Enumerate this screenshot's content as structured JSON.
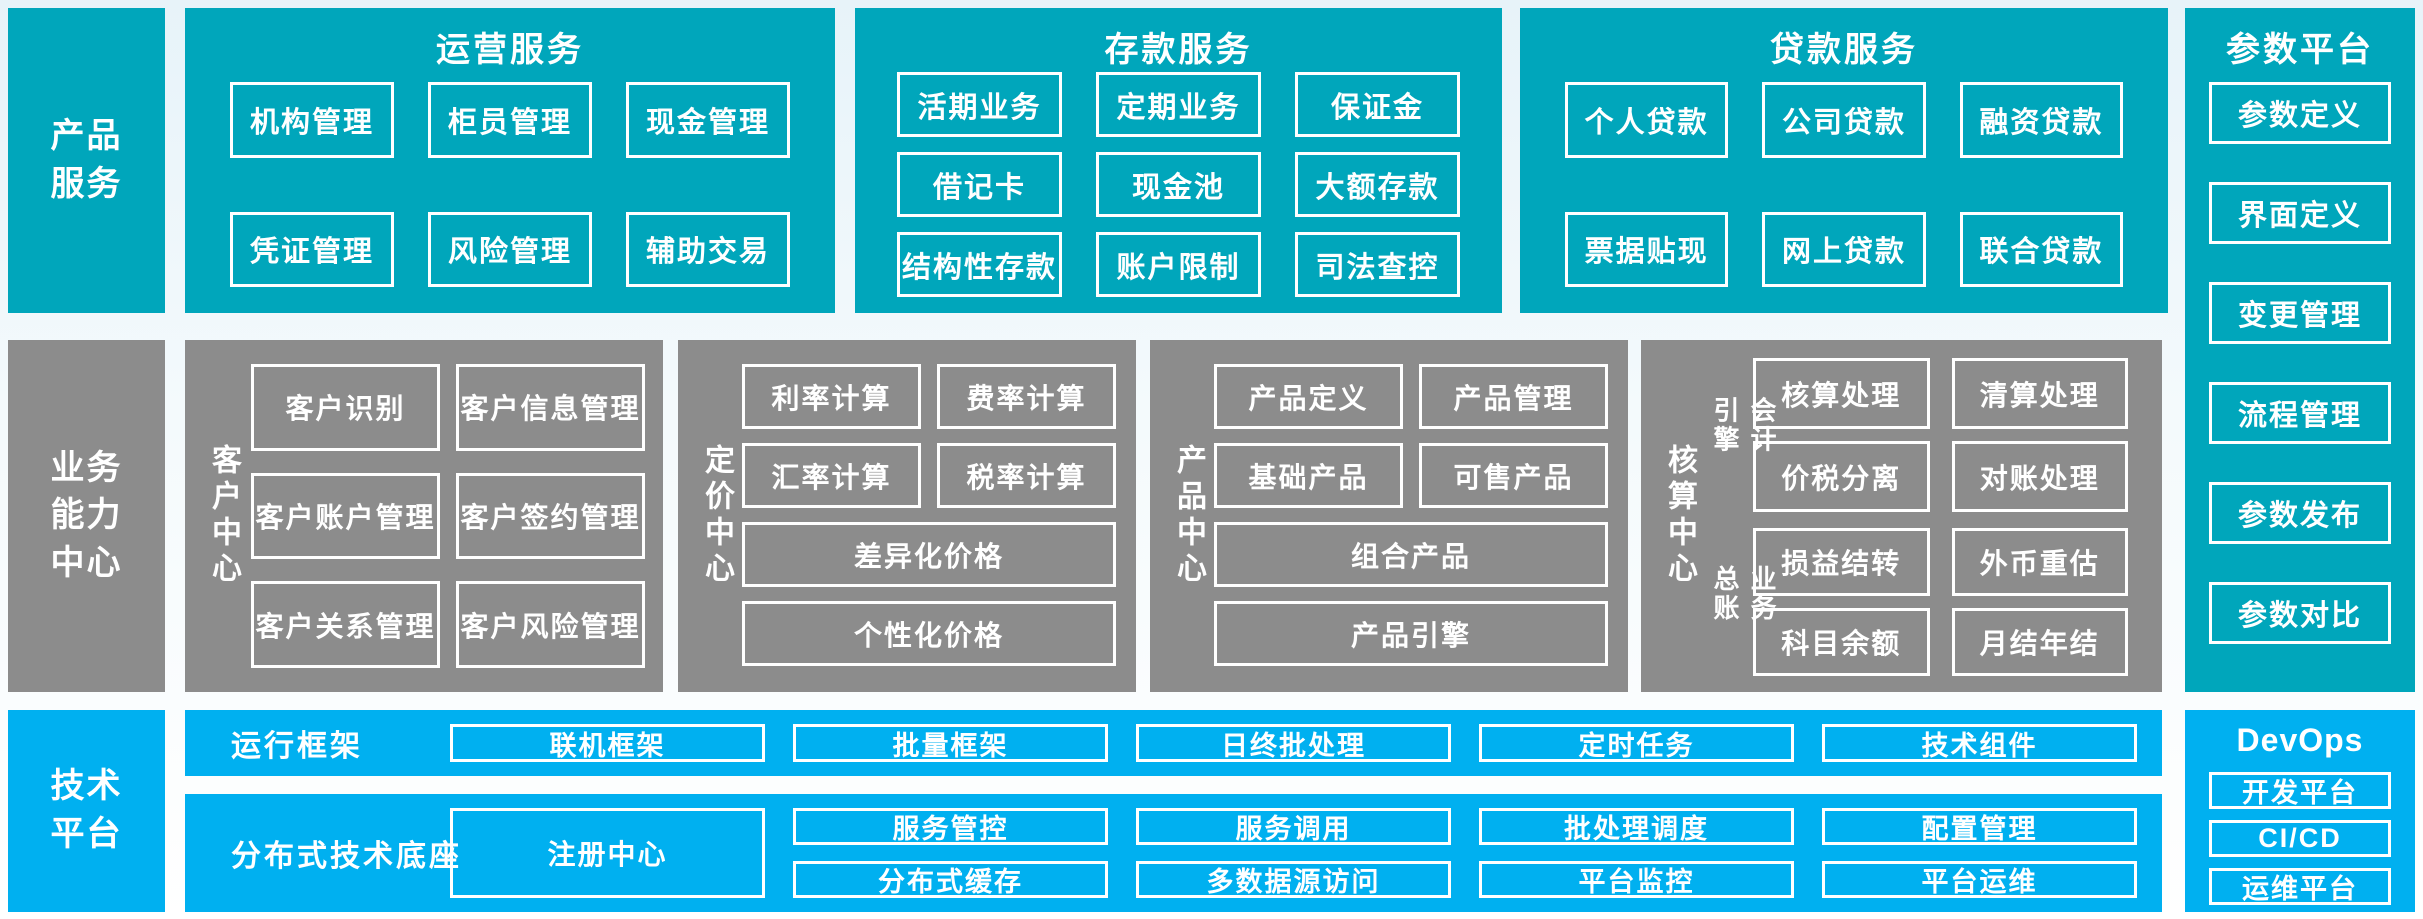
{
  "palette": {
    "teal": "#00a6bb",
    "gray": "#8c8c8c",
    "blue": "#00b0f0",
    "text": "#ffffff",
    "page_background_top": "#e7f3f9",
    "page_background_bottom": "#ffffff"
  },
  "bands": {
    "products": "产品\n服务",
    "business": "业务\n能力\n中心",
    "tech": "技术\n平台"
  },
  "operations": {
    "title": "运营服务",
    "items": [
      "机构管理",
      "柜员管理",
      "现金管理",
      "凭证管理",
      "风险管理",
      "辅助交易"
    ]
  },
  "deposit": {
    "title": "存款服务",
    "items": [
      "活期业务",
      "定期业务",
      "保证金",
      "借记卡",
      "现金池",
      "大额存款",
      "结构性存款",
      "账户限制",
      "司法查控"
    ]
  },
  "loan": {
    "title": "贷款服务",
    "items": [
      "个人贷款",
      "公司贷款",
      "融资贷款",
      "票据贴现",
      "网上贷款",
      "联合贷款"
    ]
  },
  "param": {
    "title": "参数平台",
    "items": [
      "参数定义",
      "界面定义",
      "变更管理",
      "流程管理",
      "参数发布",
      "参数对比"
    ]
  },
  "customer": {
    "label": "客户中心",
    "items": [
      "客户识别",
      "客户信息管理",
      "客户账户管理",
      "客户签约管理",
      "客户关系管理",
      "客户风险管理"
    ]
  },
  "pricing": {
    "label": "定价中心",
    "small": [
      "利率计算",
      "费率计算",
      "汇率计算",
      "税率计算"
    ],
    "wide": [
      "差异化价格",
      "个性化价格"
    ]
  },
  "product": {
    "label": "产品中心",
    "small": [
      "产品定义",
      "产品管理",
      "基础产品",
      "可售产品"
    ],
    "wide": [
      "组合产品",
      "产品引擎"
    ]
  },
  "accounting": {
    "label": "核算中心",
    "groups": [
      {
        "label": "会计引擎",
        "items": [
          "核算处理",
          "清算处理",
          "价税分离",
          "对账处理"
        ]
      },
      {
        "label": "业务总账",
        "items": [
          "损益结转",
          "外币重估",
          "科目余额",
          "月结年结"
        ]
      }
    ]
  },
  "runtime": {
    "label": "运行框架",
    "items": [
      "联机框架",
      "批量框架",
      "日终批处理",
      "定时任务",
      "技术组件"
    ]
  },
  "distributed": {
    "label": "分布式技术底座",
    "registry": "注册中心",
    "row1": [
      "服务管控",
      "服务调用",
      "批处理调度",
      "配置管理"
    ],
    "row2": [
      "分布式缓存",
      "多数据源访问",
      "平台监控",
      "平台运维"
    ]
  },
  "devops": {
    "title": "DevOps",
    "items": [
      "开发平台",
      "CI/CD",
      "运维平台"
    ]
  }
}
